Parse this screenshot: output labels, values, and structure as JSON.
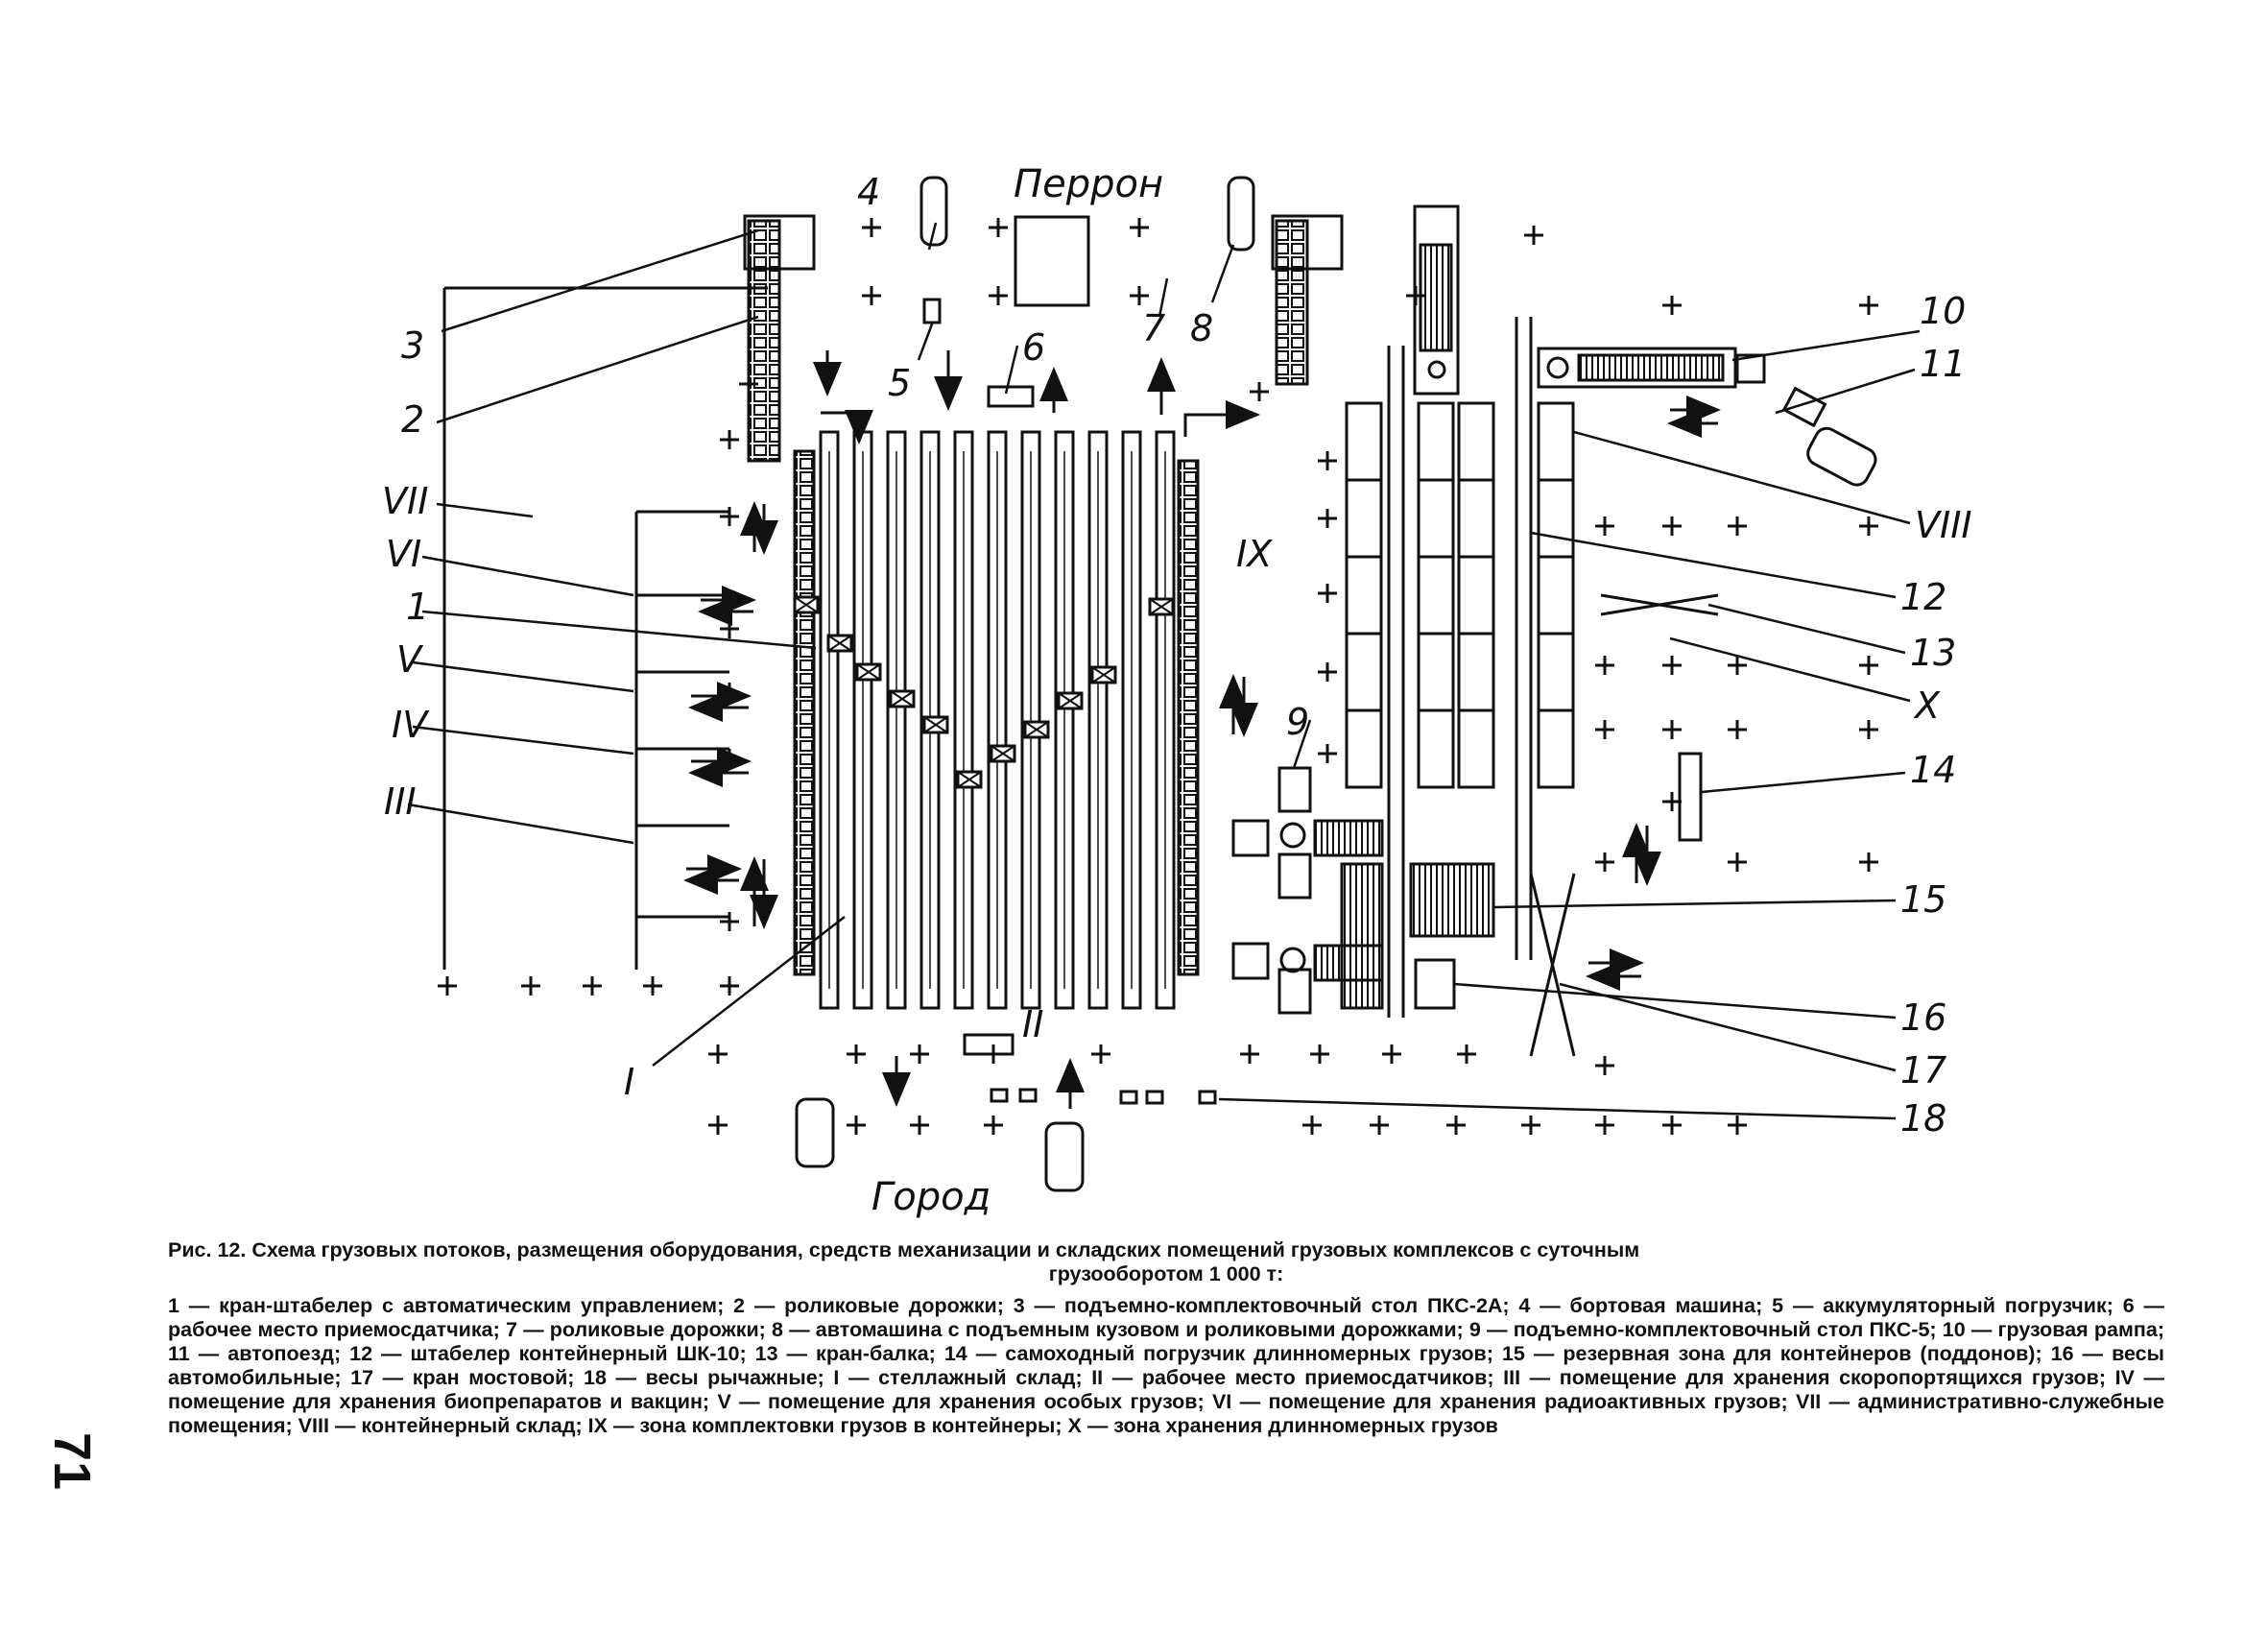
{
  "diagram": {
    "top_label": "Перрон",
    "bottom_label": "Город",
    "callouts_left": [
      "3",
      "2",
      "VII",
      "VI",
      "1",
      "V",
      "IV",
      "III",
      "I"
    ],
    "callouts_top": [
      "4",
      "5",
      "6",
      "7",
      "8"
    ],
    "callouts_right": [
      "10",
      "11",
      "VIII",
      "12",
      "13",
      "X",
      "14",
      "15",
      "16",
      "17",
      "18"
    ],
    "callouts_inner": [
      "IX",
      "9",
      "II"
    ]
  },
  "caption": {
    "figure_title": "Рис. 12. Схема грузовых потоков, размещения оборудования, средств механизации и складских помещений грузовых комплексов с суточным",
    "figure_title_cont": "грузооборотом 1 000 т:",
    "legend_text": "1 — кран-штабелер с автоматическим управлением; 2 — роликовые дорожки; 3 — подъемно-комплектовочный стол ПКС-2А; 4 — бортовая машина; 5 — аккумуляторный погрузчик; 6 — рабочее место приемосдатчика; 7 — роликовые дорожки; 8 — автомашина с подъемным кузовом и роликовыми дорожками; 9 — подъемно-комплектовочный стол ПКС-5; 10 — грузовая рампа; 11 — автопоезд; 12 — штабелер контейнерный ШК-10; 13 — кран-балка; 14 — самоходный погрузчик длинномерных грузов; 15 — резервная зона для контейнеров (поддонов); 16 — весы автомобильные; 17 — кран мостовой; 18 — весы рычажные; I — стеллажный склад; II — рабочее место приемосдатчиков; III — помещение для хранения скоропортящихся грузов; IV — помещение для хранения биопрепаратов и вакцин; V — помещение для хранения особых грузов; VI — помещение для хранения радиоактивных грузов; VII — административно-служебные помещения; VIII — контейнерный склад; IX — зона комплектовки грузов в контейнеры; X — зона хранения длинномерных грузов"
  },
  "page_number": "71"
}
